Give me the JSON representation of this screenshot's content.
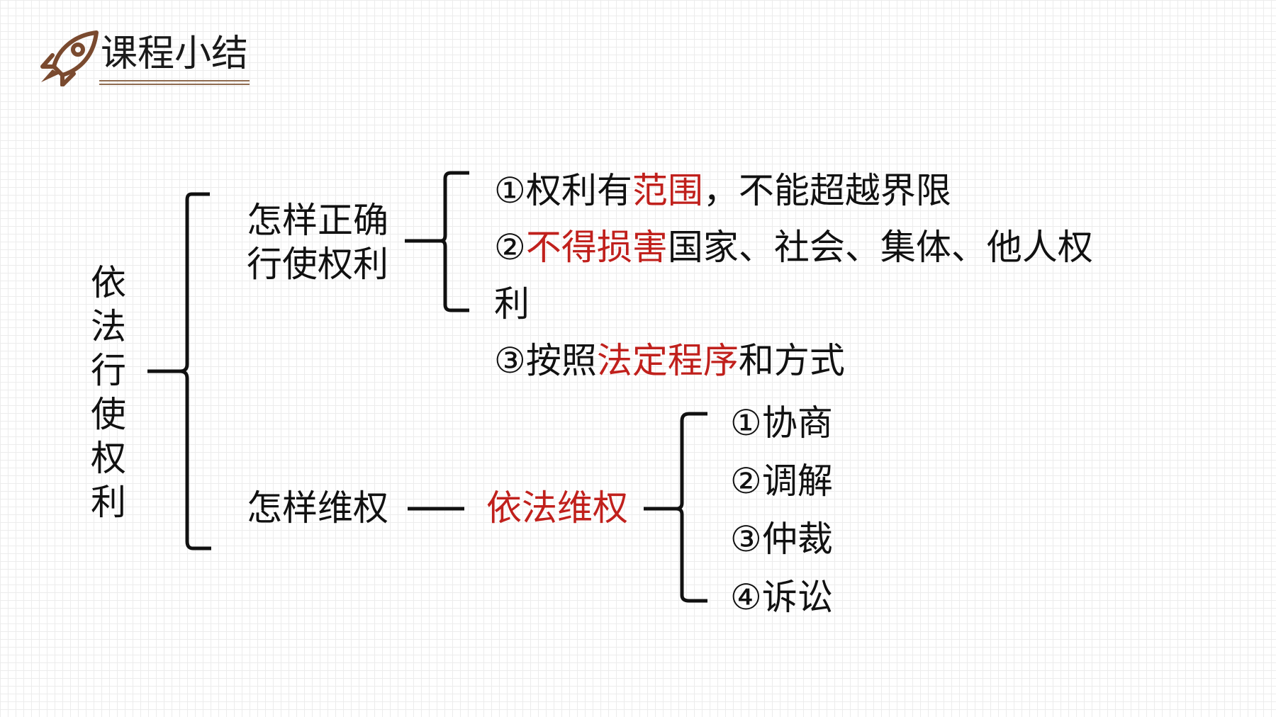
{
  "header": {
    "title": "课程小结",
    "icon": "rocket-icon",
    "accent_color": "#8f6b50"
  },
  "diagram": {
    "root": "依法行使权利",
    "branch_correct": {
      "label_line1": "怎样正确",
      "label_line2": "行使权利",
      "items": [
        {
          "prefix": "①权利有",
          "highlight": "范围",
          "suffix": "，不能超越界限"
        },
        {
          "prefix": "②",
          "highlight": "不得损害",
          "suffix": "国家、社会、集体、他人权",
          "continuation": "利"
        },
        {
          "prefix": "③按照",
          "highlight": "法定程序",
          "suffix": "和方式"
        }
      ]
    },
    "branch_protect": {
      "label": "怎样维权",
      "middle": "依法维权",
      "items": [
        "①协商",
        "②调解",
        "③仲裁",
        "④诉讼"
      ]
    },
    "highlight_color": "#c0201c"
  }
}
